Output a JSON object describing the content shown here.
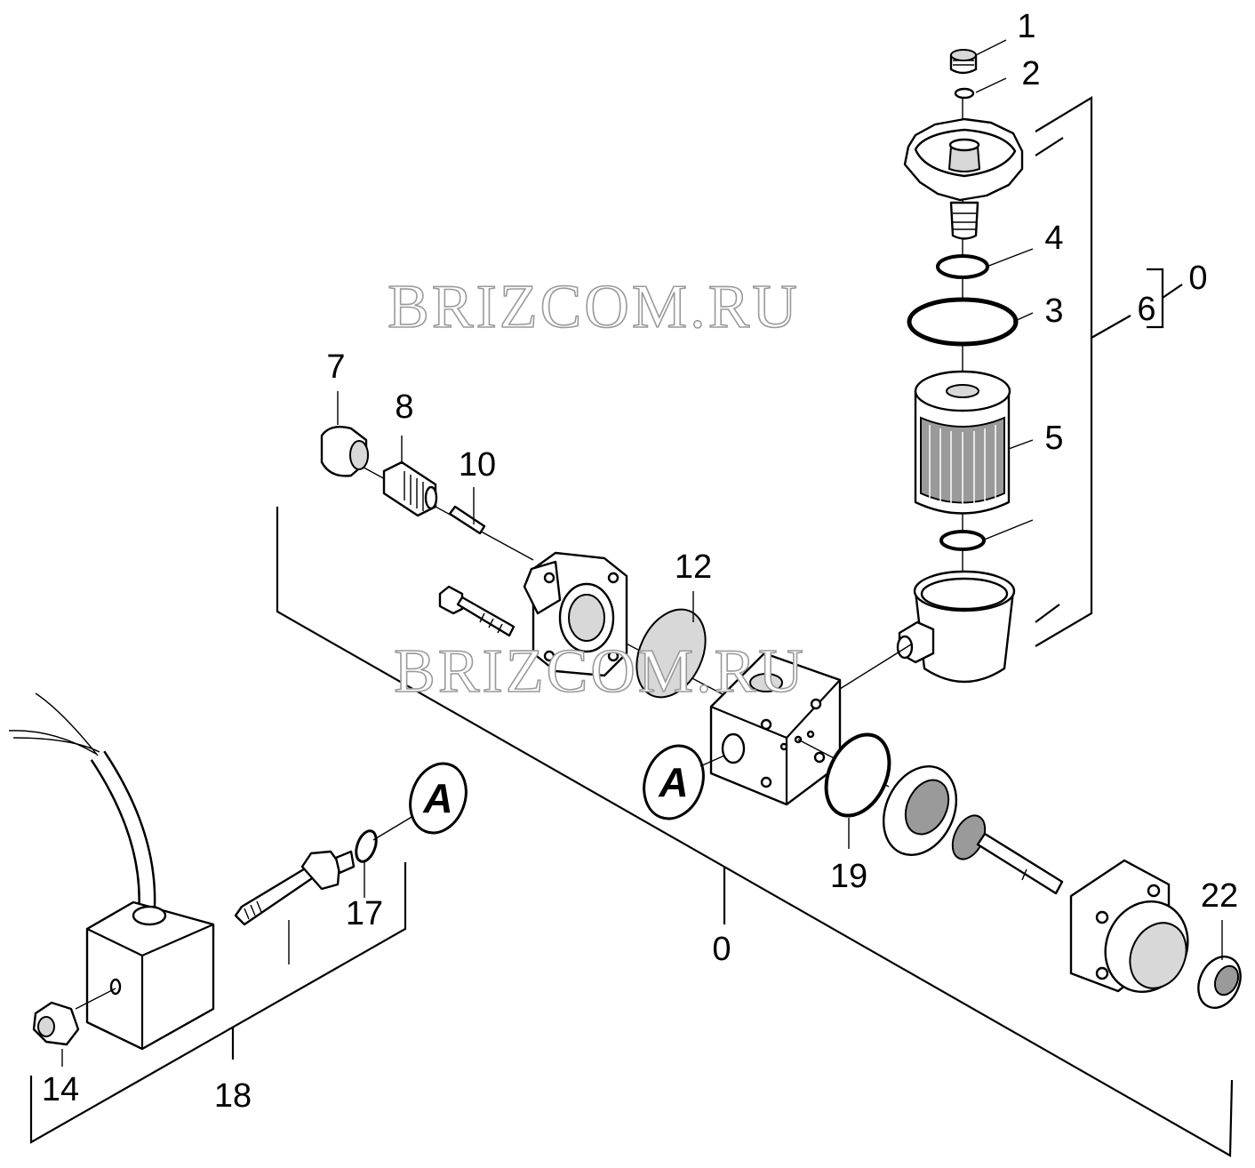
{
  "watermark": {
    "text_top": "BRIZCOM.RU",
    "text_mid": "BRIZCOM.RU"
  },
  "marker": "A",
  "callouts": {
    "c1": "1",
    "c2": "2",
    "c3": "3",
    "c4": "4",
    "c5": "5",
    "c6": "6",
    "c0_top": "0",
    "c7": "7",
    "c8": "8",
    "c10": "10",
    "c12": "12",
    "c0_main": "0",
    "c14": "14",
    "c17": "17",
    "c18": "18",
    "c19": "19",
    "c22": "22"
  }
}
